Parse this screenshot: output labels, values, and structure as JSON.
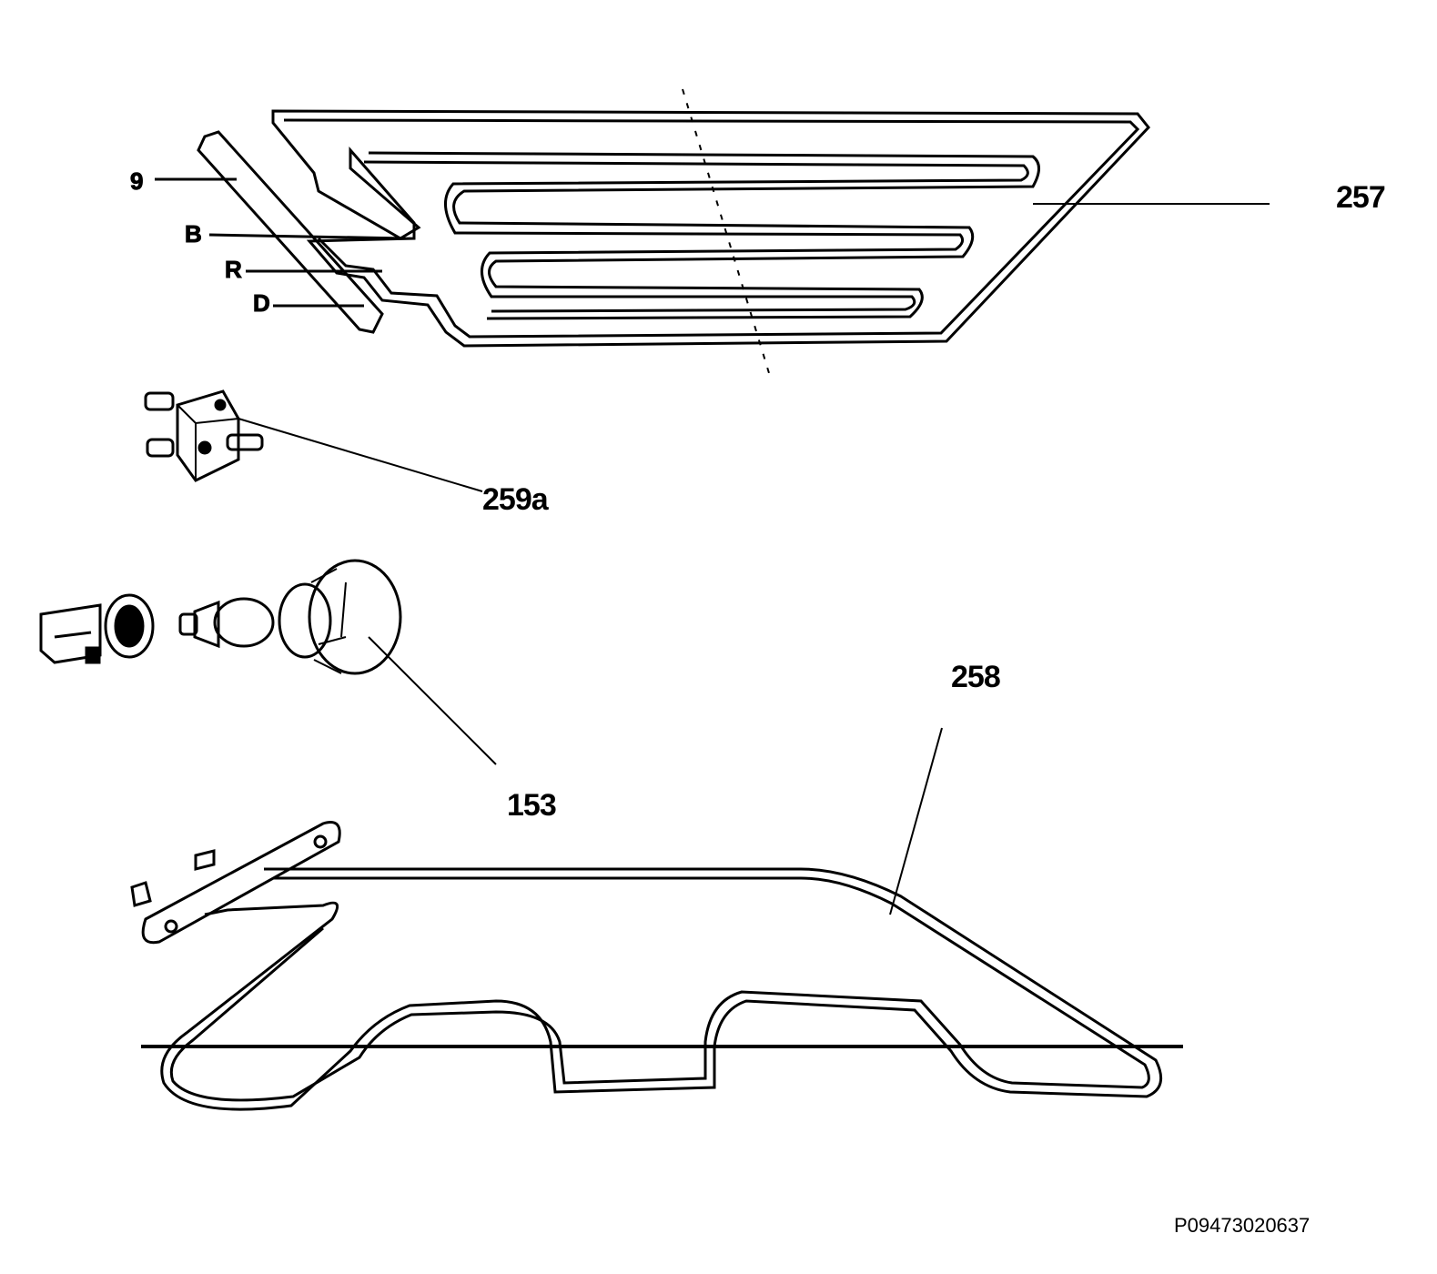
{
  "callouts": {
    "upper_element": "257",
    "thermostat": "259a",
    "oven_lamp": "153",
    "lower_element": "258"
  },
  "document_id": "P09473020637",
  "colors": {
    "line": "#000000",
    "background": "#ffffff"
  }
}
